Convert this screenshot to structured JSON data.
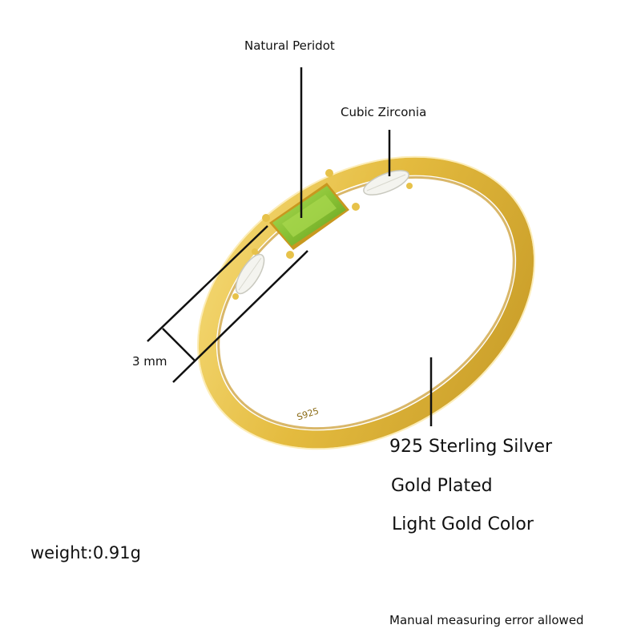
{
  "callouts": {
    "gem_main": "Natural Peridot",
    "gem_side": "Cubic Zirconia",
    "width": "3 mm"
  },
  "specs": {
    "material": "925 Sterling Silver",
    "plating": "Gold Plated",
    "color": "Light Gold Color"
  },
  "weight": "weight:0.91g",
  "disclaimer": "Manual measuring error allowed",
  "stamp": "S925",
  "colors": {
    "gold_light": "#f3d46a",
    "gold_mid": "#e0b63a",
    "gold_dark": "#b88a1e",
    "peridot": "#8fc93a",
    "peridot_dark": "#5f9a1e",
    "zirconia": "#f4f4ef"
  }
}
